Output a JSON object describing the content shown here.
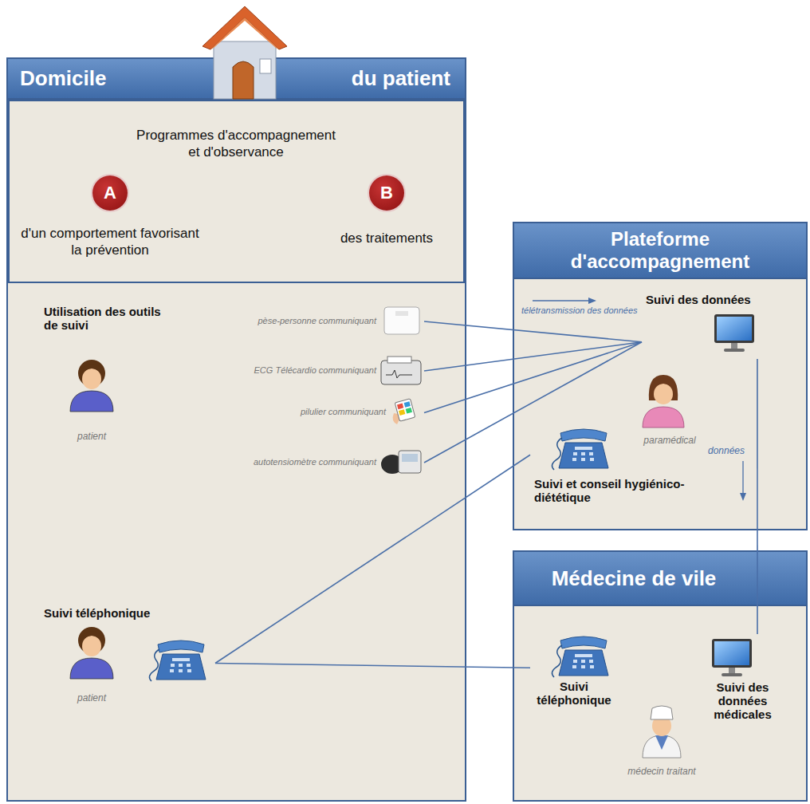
{
  "diagram": {
    "nodes": [
      {
        "text": [
          "Domicile",
          "du patient"
        ]
      },
      {
        "text": [
          "Programmes d'accompagnement et d'observance"
        ],
        "in": 0
      },
      {
        "text": [
          "A",
          "d'un comportement favorisant la prévention"
        ],
        "in": 1
      },
      {
        "text": [
          "B",
          "des traitements"
        ],
        "in": 1
      },
      {
        "text": [
          "pèse-personne communiquant"
        ],
        "in": 0
      },
      {
        "text": [
          "ECG Télécardio communiquant"
        ],
        "in": 0
      },
      {
        "text": [
          "pilulier communiquant"
        ],
        "in": 0
      },
      {
        "text": [
          "autotensiomètre communiquant"
        ],
        "in": 0
      },
      {
        "text": [
          "Suivi téléphonique",
          "patient"
        ],
        "in": 0
      },
      {
        "text": [
          "Plateforme d'accompagnement"
        ]
      },
      {
        "text": [
          "Suivi des données"
        ],
        "in": 9
      },
      {
        "text": [
          "Suivi et conseil hygiénico-diététique"
        ],
        "in": 9
      },
      {
        "text": [
          "Médecine de vile"
        ]
      },
      {
        "text": [
          "Suivi téléphonique"
        ],
        "in": 12
      },
      {
        "text": [
          "Suivi des données médicales"
        ],
        "in": 12
      }
    ],
    "edges": [
      {
        "from": 4,
        "to": 10,
        "arrow": "none"
      },
      {
        "from": 5,
        "to": 10,
        "arrow": "none"
      },
      {
        "from": 6,
        "to": 10,
        "arrow": "none"
      },
      {
        "from": 7,
        "to": 10,
        "arrow": "none"
      },
      {
        "from": 8,
        "to": 11,
        "arrow": "none"
      },
      {
        "from": 8,
        "to": 13,
        "arrow": "none"
      },
      {
        "from": 10,
        "to": 14,
        "label": "données",
        "arrow": "none"
      }
    ],
    "labels": [
      "Utilisation des outils de suivi",
      "patient",
      "télétransmission des données",
      "paramédical",
      "médecin traitant"
    ]
  }
}
